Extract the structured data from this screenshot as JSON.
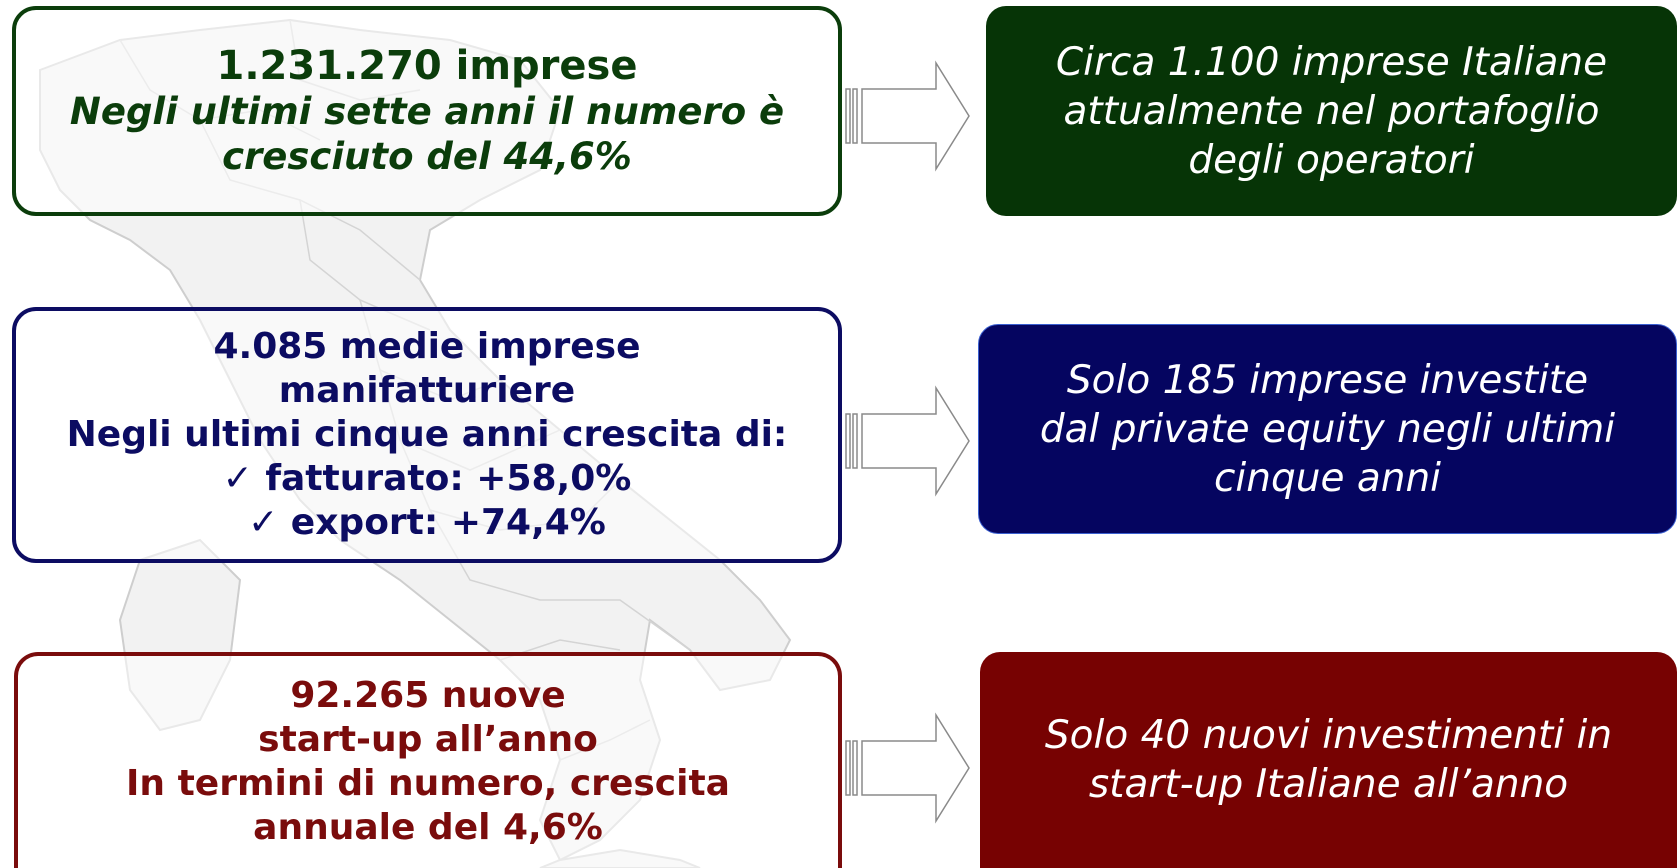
{
  "colors": {
    "green": "#0b3d0b",
    "green_fill": "#063406",
    "navy": "#0c0c62",
    "navy_fill": "#050560",
    "maroon": "#7a0c0c",
    "maroon_fill": "#770202",
    "arrow_stroke": "#8a8a8a"
  },
  "rows": [
    {
      "left": {
        "headline": "1.231.270 imprese",
        "detail_1": "Negli ultimi sette anni il numero è",
        "detail_2": "cresciuto del 44,6%"
      },
      "right": {
        "line_1": "Circa 1.100 imprese Italiane",
        "line_2": "attualmente nel portafoglio",
        "line_3": "degli operatori"
      }
    },
    {
      "left": {
        "headline_1": "4.085 medie imprese",
        "headline_2": "manifatturiere",
        "detail": "Negli ultimi cinque anni crescita di:",
        "bullets": [
          "✓ fatturato: +58,0%",
          "✓ export: +74,4%"
        ]
      },
      "right": {
        "line_1": "Solo 185 imprese investite",
        "line_2": "dal private equity negli ultimi",
        "line_3": "cinque anni"
      }
    },
    {
      "left": {
        "headline_1": "92.265 nuove",
        "headline_2": "start-up all’anno",
        "detail_1": "In termini di numero, crescita",
        "detail_2": "annuale del 4,6%"
      },
      "right": {
        "line_1": "Solo 40 nuovi investimenti in",
        "line_2": "start-up Italiane all’anno"
      }
    }
  ]
}
